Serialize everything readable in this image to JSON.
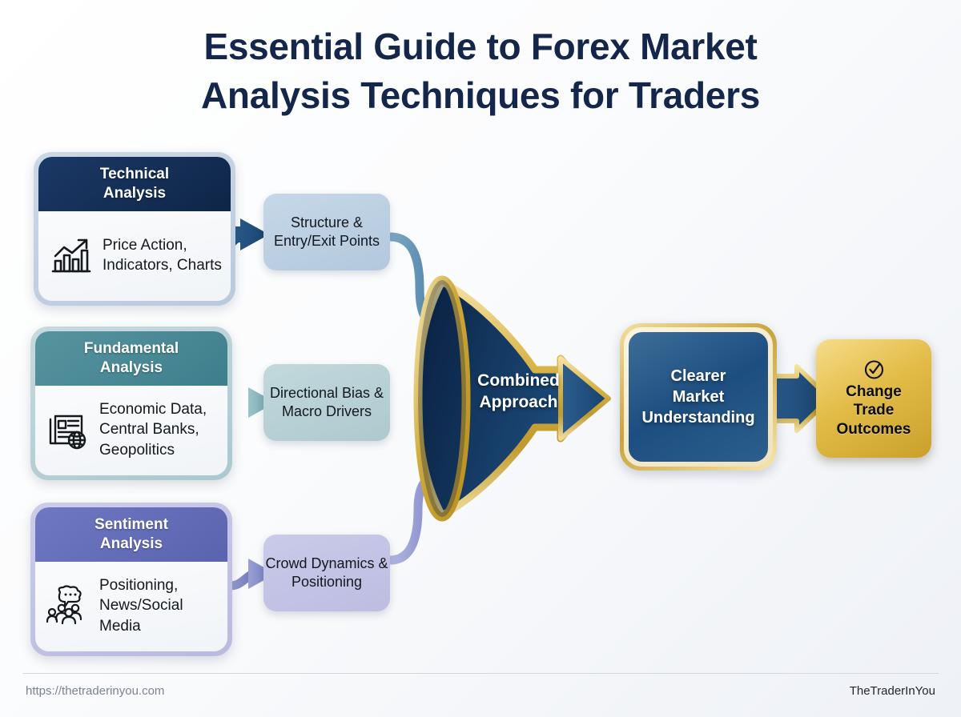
{
  "title": {
    "line1": "Essential Guide to Forex Market",
    "line2": "Analysis Techniques for Traders"
  },
  "colors": {
    "title": "#14264a",
    "technical_header": "#12294d",
    "fundamental_header": "#4a8793",
    "sentiment_header": "#656ebc",
    "gold": "#d4af37",
    "funnel_navy": "#10305c",
    "arrow_blue": "#1f5a8c"
  },
  "cards": [
    {
      "id": "technical",
      "heading": "Technical\nAnalysis",
      "heading_line1": "Technical",
      "heading_line2": "Analysis",
      "body": "Price Action, Indicators, Charts",
      "icon": "bar-chart-trend-icon"
    },
    {
      "id": "fundamental",
      "heading_line1": "Fundamental",
      "heading_line2": "Analysis",
      "body": "Economic Data, Central Banks, Geopolitics",
      "icon": "newspaper-globe-icon"
    },
    {
      "id": "sentiment",
      "heading_line1": "Sentiment",
      "heading_line2": "Analysis",
      "body": "Positioning, News/Social Media",
      "icon": "crowd-speech-bubble-icon"
    }
  ],
  "middle_boxes": [
    {
      "id": "structure",
      "label": "Structure & Entry/Exit Points"
    },
    {
      "id": "directional",
      "label": "Directional Bias & Macro Drivers"
    },
    {
      "id": "crowd",
      "label": "Crowd Dynamics & Positioning"
    }
  ],
  "funnel": {
    "label_line1": "Combined",
    "label_line2": "Approach"
  },
  "outcome": {
    "label_line1": "Clearer",
    "label_line2": "Market",
    "label_line3": "Understanding"
  },
  "result": {
    "icon": "check-circle-icon",
    "label_line1": "Change",
    "label_line2": "Trade",
    "label_line3": "Outcomes"
  },
  "footer": {
    "url": "https://thetraderinyou.com",
    "brand": "TheTraderInYou"
  }
}
